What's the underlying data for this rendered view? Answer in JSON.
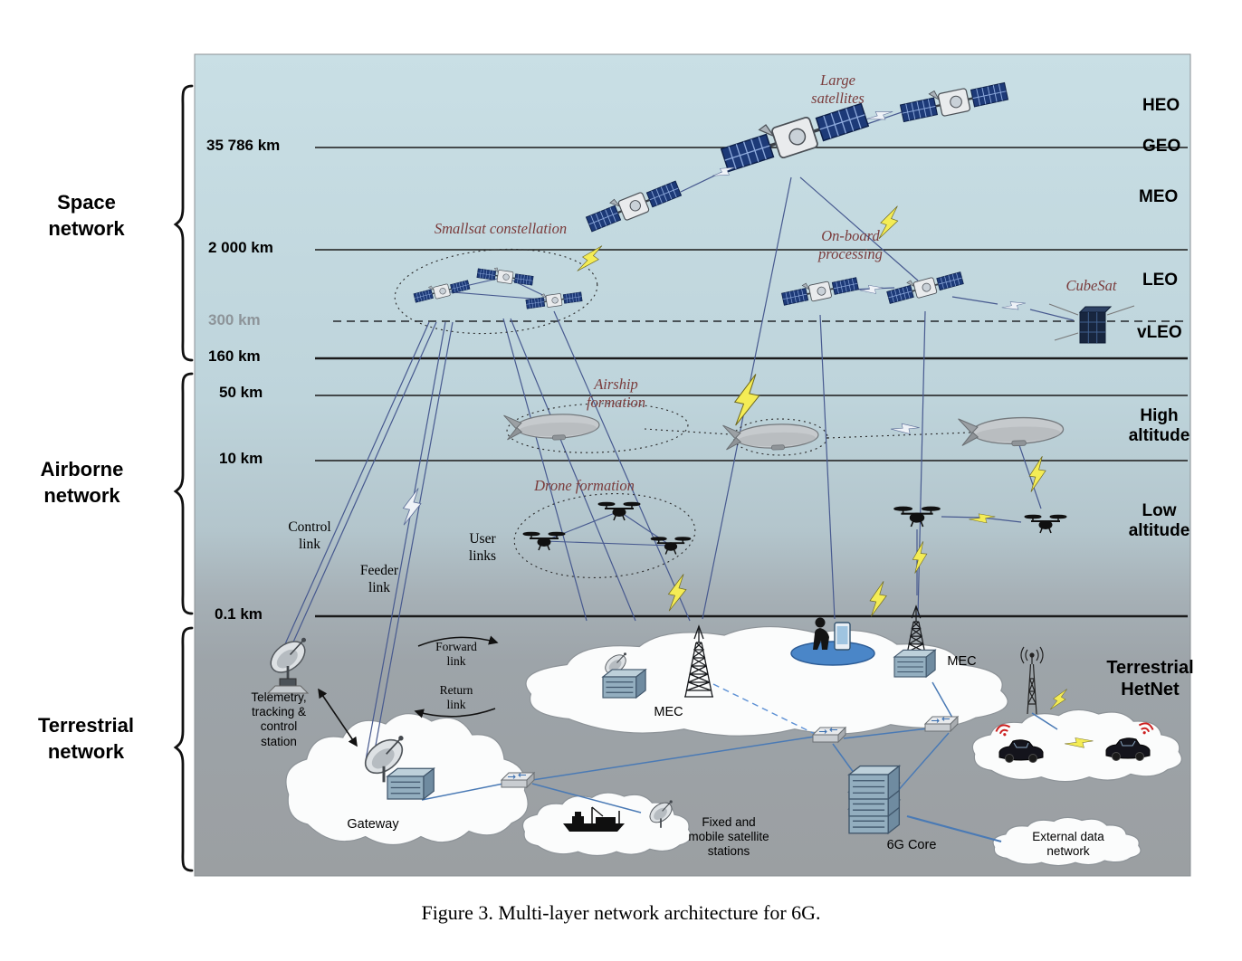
{
  "caption": "Figure 3. Multi-layer network architecture for 6G.",
  "side_labels": {
    "space": "Space\nnetwork",
    "airborne": "Airborne\nnetwork",
    "terrestrial": "Terrestrial\nnetwork"
  },
  "altitudes": {
    "a35786": "35 786 km",
    "a2000": "2 000 km",
    "a300": "300 km",
    "a160": "160 km",
    "a50": "50 km",
    "a10": "10 km",
    "a01": "0.1 km"
  },
  "orbits": {
    "heo": "HEO",
    "geo": "GEO",
    "meo": "MEO",
    "leo": "LEO",
    "vleo": "vLEO",
    "high": "High\naltitude",
    "low": "Low\naltitude",
    "hetnet": "Terrestrial\nHetNet"
  },
  "annotations": {
    "large_satellites": "Large\nsatellites",
    "smallsat": "Smallsat constellation",
    "onboard": "On-board\nprocessing",
    "cubesat": "CubeSat",
    "airship": "Airship\nformation",
    "drone": "Drone formation"
  },
  "links": {
    "control": "Control\nlink",
    "feeder": "Feeder\nlink",
    "user": "User\nlinks",
    "forward": "Forward\nlink",
    "return": "Return\nlink"
  },
  "ground": {
    "ttc": "Telemetry,\ntracking &\ncontrol\nstation",
    "gateway": "Gateway",
    "mec_left": "MEC",
    "mec_right": "MEC",
    "fixed_mobile": "Fixed and\nmobile satellite\nstations",
    "core": "6G Core",
    "external": "External data\nnetwork"
  },
  "colors": {
    "sky_top": "#c9dfe5",
    "ground_gray": "#9b9fa2",
    "annotation_red": "#7a3b3b",
    "link_blue": "#47598f",
    "bolt_yellow": "#f4ec55",
    "pedestal_blue": "#4a86c8"
  },
  "icons": [
    "satellite-icon",
    "cubesat-icon",
    "airship-icon",
    "drone-icon",
    "cell-tower-icon",
    "dish-antenna-icon",
    "server-icon",
    "switch-icon",
    "cloud-icon",
    "lightning-bolt-icon",
    "car-icon",
    "wifi-icon",
    "ship-icon",
    "antenna-mast-icon",
    "user-phone-icon",
    "brace-icon"
  ]
}
